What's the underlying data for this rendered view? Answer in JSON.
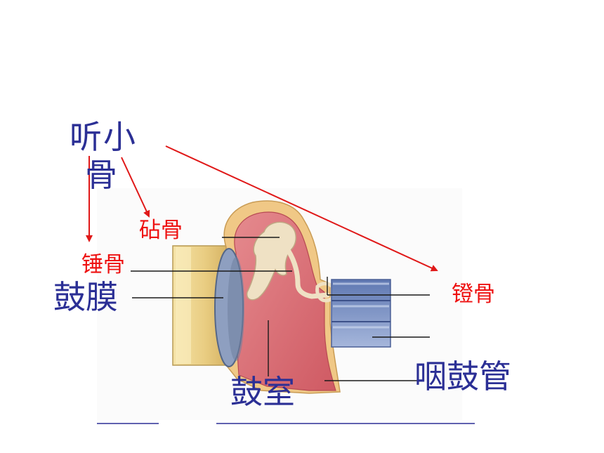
{
  "labels": {
    "ossicles_line1": "听小",
    "ossicles_line2": "骨",
    "incus": "砧骨",
    "malleus": "锤骨",
    "eardrum": "鼓膜",
    "stapes": "镫骨",
    "eustachian_tube": "咽鼓管",
    "tympanic_cavity": "鼓室"
  },
  "colors": {
    "label_blue": "#2b2f95",
    "label_red": "#ee1111",
    "arrow_red": "#e01818",
    "ear_canal": "#ecd38b",
    "membrane": "#8e9fc0",
    "cavity": "#d9676e",
    "bone": "#efe1c4",
    "tube": "#7b93c4"
  }
}
